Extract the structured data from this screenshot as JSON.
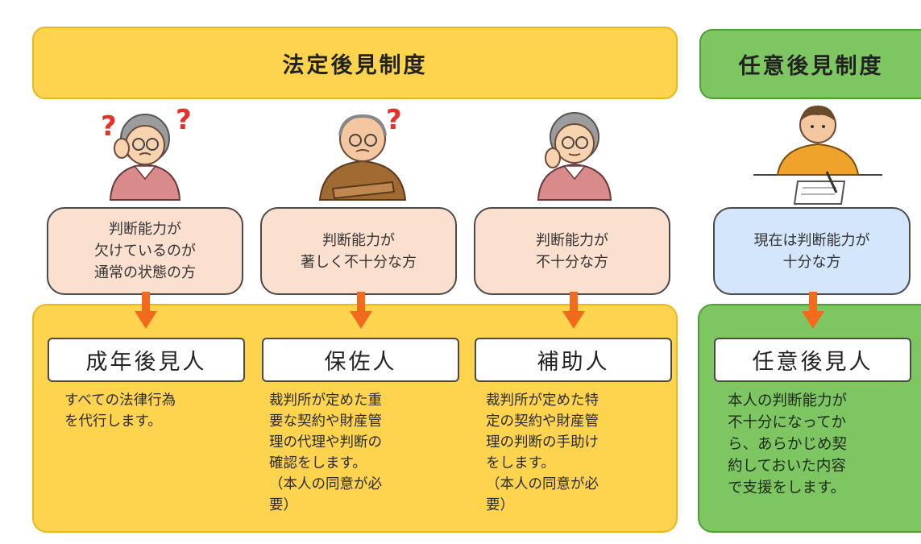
{
  "header": {
    "legal_title": "法定後見制度",
    "voluntary_title": "任意後見制度"
  },
  "conditions": [
    {
      "text": "判断能力が\n欠けているのが\n通常の状態の方"
    },
    {
      "text": "判断能力が\n著しく不十分な方"
    },
    {
      "text": "判断能力が\n不十分な方"
    },
    {
      "text": "現在は判断能力が\n十分な方"
    }
  ],
  "roles": [
    {
      "label": "成年後見人",
      "description": "すべての法律行為\nを代行します。"
    },
    {
      "label": "保佐人",
      "description": "裁判所が定めた重\n要な契約や財産管\n理の代理や判断の\n確認をします。\n（本人の同意が必\n要）"
    },
    {
      "label": "補助人",
      "description": "裁判所が定めた特\n定の契約や財産管\n理の判断の手助け\nをします。\n（本人の同意が必\n要）"
    },
    {
      "label": "任意後見人",
      "description": "本人の判断能力が\n不十分になってか\nら、あらかじめ契\n約しておいた内容\nで支援をします。"
    }
  ],
  "colors": {
    "legal_yellow": "#fed44f",
    "voluntary_green": "#7dc661",
    "condition_pink": "#fbdfcf",
    "condition_blue": "#d4e6fb",
    "arrow_orange": "#f26a1b",
    "question_red": "#e8302a"
  },
  "icons": {
    "person_1": "confused-elderly-woman-icon",
    "person_2": "confused-elderly-man-icon",
    "person_3": "thinking-elderly-woman-icon",
    "person_4": "man-writing-contract-icon",
    "arrow": "down-arrow-icon"
  }
}
